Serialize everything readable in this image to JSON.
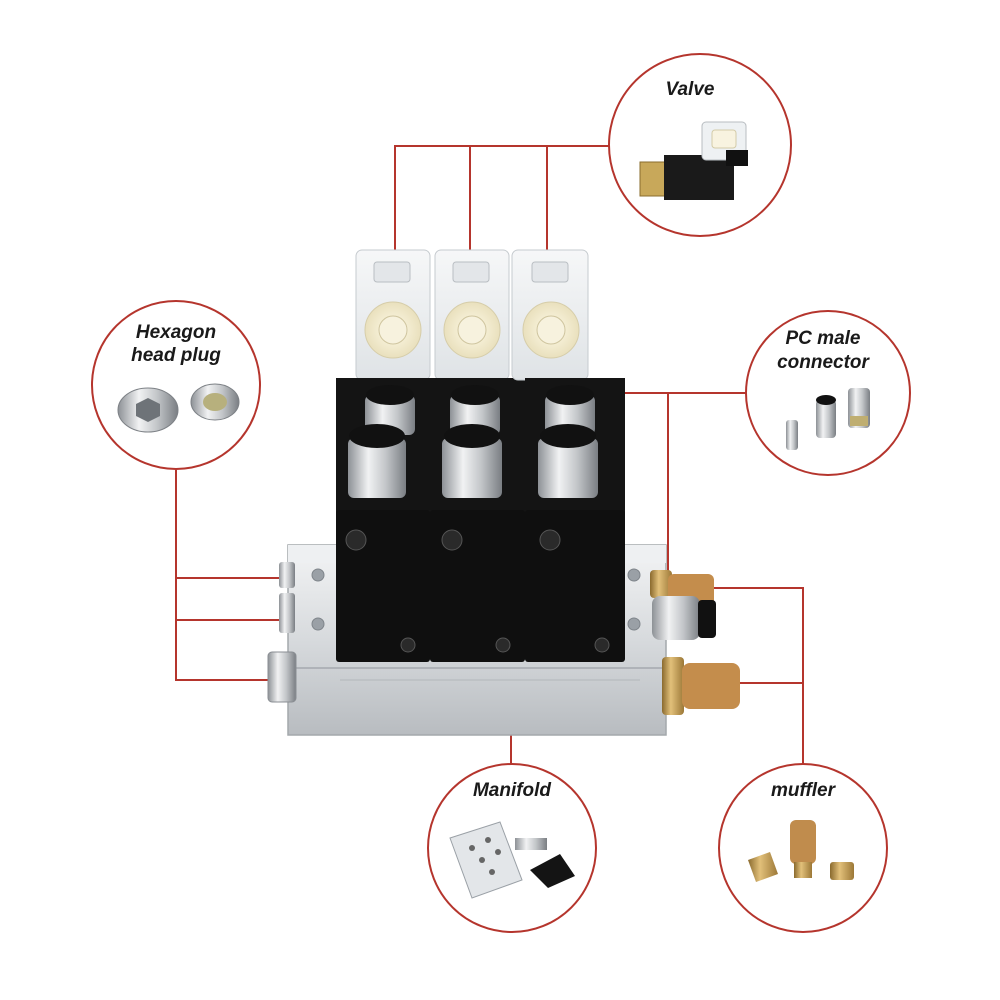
{
  "callouts": {
    "valve": {
      "label": "Valve"
    },
    "hex_plug": {
      "label_line1": "Hexagon",
      "label_line2": "head plug"
    },
    "pc_connector": {
      "label_line1": "PC male",
      "label_line2": "connector"
    },
    "manifold": {
      "label": "Manifold"
    },
    "muffler": {
      "label": "muffler"
    }
  },
  "colors": {
    "accent": "#b5352d",
    "valve_body": "#111111",
    "manifold": "#d9dcdf",
    "brass": "#c9a25a"
  }
}
